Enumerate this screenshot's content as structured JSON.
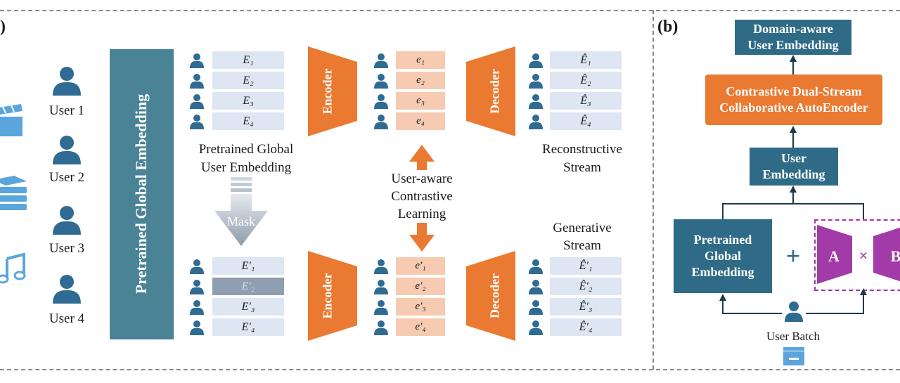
{
  "panel_a": {
    "label": ")",
    "users": [
      "User 1",
      "User 2",
      "User 3",
      "User 4"
    ],
    "pretrained_bar": "Pretrained Global Embedding",
    "global_emb": [
      "E₁",
      "E₂",
      "E₃",
      "E₄"
    ],
    "masked_emb": [
      "E′₁",
      "E′₂",
      "E′₃",
      "E′₄"
    ],
    "global_caption": [
      "Pretrained Global",
      "User Embedding"
    ],
    "mask_label": "Mask",
    "encoder_label": "Encoder",
    "decoder_label": "Decoder",
    "latent": [
      "e₁",
      "e₂",
      "e₃",
      "e₄"
    ],
    "latent_prime": [
      "e′₁",
      "e′₂",
      "e′₃",
      "e′₄"
    ],
    "recon": [
      "Ê₁",
      "Ê₂",
      "Ê₃",
      "Ê₄"
    ],
    "recon_prime": [
      "Ê′₁",
      "Ê′₂",
      "Ê′₃",
      "Ê′₄"
    ],
    "contrastive": [
      "User-aware",
      "Contrastive",
      "Learning"
    ],
    "reconstructive_stream": [
      "Reconstructive",
      "Stream"
    ],
    "generative_stream": [
      "Generative",
      "Stream"
    ]
  },
  "panel_b": {
    "label": "(b)",
    "top_box": [
      "Domain-aware",
      "User Embedding"
    ],
    "cdsc_box": [
      "Contrastive Dual-Stream",
      "Collaborative AutoEncoder"
    ],
    "user_emb_box": [
      "User",
      "Embedding"
    ],
    "pretrained_box": [
      "Pretrained",
      "Global",
      "Embedding"
    ],
    "plus": "+",
    "lora_a": "A",
    "lora_times": "×",
    "lora_b": "B",
    "user_batch": "User Batch"
  },
  "colors": {
    "teal": "#2f6b86",
    "orange": "#ea7a32",
    "purple": "#a23aa8",
    "user_icon": "#2f6b92",
    "light_blue": "#5aa6dc"
  }
}
